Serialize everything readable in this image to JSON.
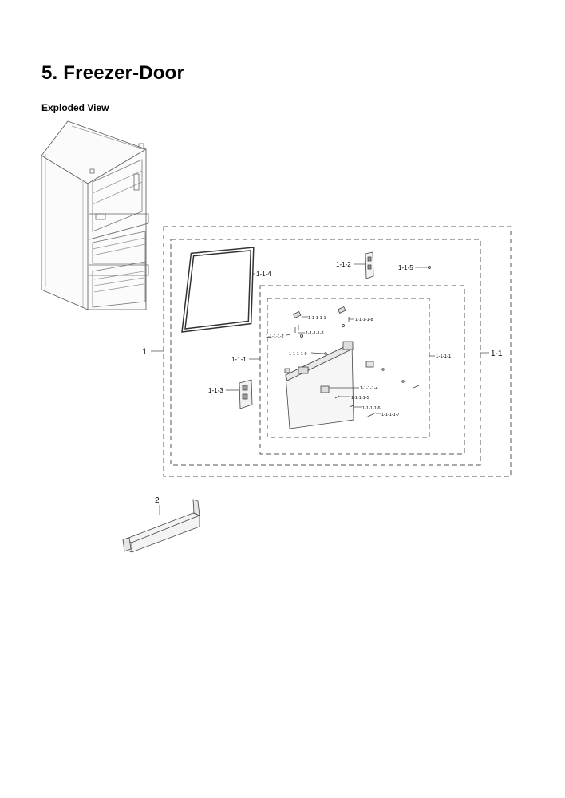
{
  "title": "5.  Freezer-Door",
  "subtitle": "Exploded View",
  "labels": {
    "p1": "1",
    "p1_1": "1-1",
    "p1_1_1": "1-1-1",
    "p1_1_2": "1-1-2",
    "p1_1_3": "1-1-3",
    "p1_1_4": "1-1-4",
    "p1_1_5": "1-1-5",
    "p1_1_1_1": "1-1-1-1",
    "p1_1_1_1_1": "1-1-1-1-1",
    "p1_1_1_1_2": "1-1-1-1-2",
    "p1_1_1_1_3": "1-1-1-1-3",
    "p1_1_1_1_4": "1-1-1-1-4",
    "p1_1_1_1_5": "1-1-1-1-5",
    "p1_1_1_1_6": "1-1-1-1-6",
    "p1_1_1_1_7": "1-1-1-1-7",
    "p1_1_1_1_8": "1-1-1-1-8",
    "p1_1_1_1_9": "1-1-1-1-9",
    "p2": "2"
  }
}
